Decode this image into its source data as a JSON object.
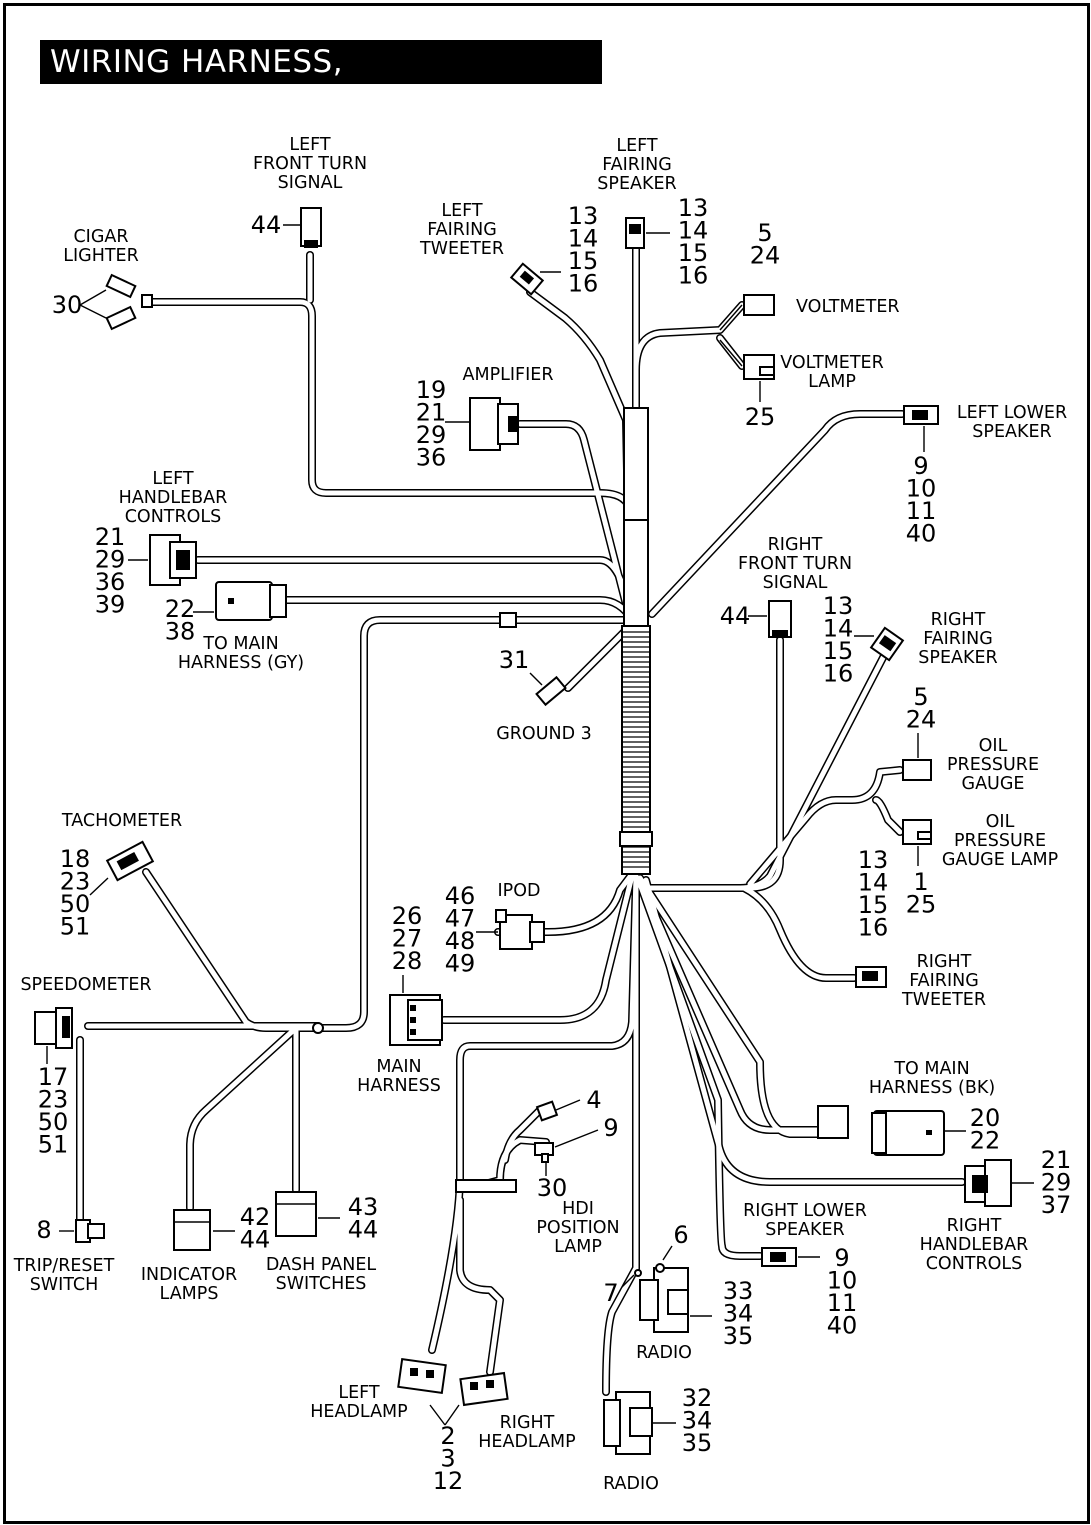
{
  "title": "WIRING HARNESS, INTERCONNECT",
  "components": {
    "left_front_turn_signal": {
      "label": [
        "LEFT",
        "FRONT TURN",
        "SIGNAL"
      ],
      "refs": [
        "44"
      ]
    },
    "cigar_lighter": {
      "label": [
        "CIGAR",
        "LIGHTER"
      ],
      "refs": [
        "30"
      ]
    },
    "left_fairing_tweeter": {
      "label": [
        "LEFT",
        "FAIRING",
        "TWEETER"
      ],
      "refs": [
        "13",
        "14",
        "15",
        "16"
      ]
    },
    "left_fairing_speaker": {
      "label": [
        "LEFT",
        "FAIRING",
        "SPEAKER"
      ],
      "refs": [
        "13",
        "14",
        "15",
        "16"
      ]
    },
    "voltmeter": {
      "label": [
        "VOLTMETER"
      ],
      "refs": [
        "5",
        "24"
      ]
    },
    "voltmeter_lamp": {
      "label": [
        "VOLTMETER",
        "LAMP"
      ],
      "refs": [
        "25"
      ]
    },
    "amplifier": {
      "label": [
        "AMPLIFIER"
      ],
      "refs": [
        "19",
        "21",
        "29",
        "36"
      ]
    },
    "left_lower_speaker": {
      "label": [
        "LEFT LOWER",
        "SPEAKER"
      ],
      "refs": [
        "9",
        "10",
        "11",
        "40"
      ]
    },
    "left_handlebar_controls": {
      "label": [
        "LEFT",
        "HANDLEBAR",
        "CONTROLS"
      ],
      "refs": [
        "21",
        "29",
        "36",
        "39"
      ]
    },
    "to_main_harness_gy": {
      "label": [
        "TO MAIN",
        "HARNESS (GY)"
      ],
      "refs": [
        "22",
        "38"
      ]
    },
    "right_front_turn_signal": {
      "label": [
        "RIGHT",
        "FRONT TURN",
        "SIGNAL"
      ],
      "refs": [
        "44"
      ]
    },
    "right_fairing_speaker": {
      "label": [
        "RIGHT",
        "FAIRING",
        "SPEAKER"
      ],
      "refs": [
        "13",
        "14",
        "15",
        "16"
      ]
    },
    "ground_3": {
      "label": [
        "GROUND 3"
      ],
      "refs": [
        "31"
      ]
    },
    "oil_pressure_gauge": {
      "label": [
        "OIL",
        "PRESSURE",
        "GAUGE"
      ],
      "refs": [
        "5",
        "24"
      ]
    },
    "oil_pressure_gauge_lamp": {
      "label": [
        "OIL",
        "PRESSURE",
        "GAUGE LAMP"
      ],
      "refs": [
        "1",
        "25"
      ]
    },
    "tachometer": {
      "label": [
        "TACHOMETER"
      ],
      "refs": [
        "18",
        "23",
        "50",
        "51"
      ]
    },
    "ipod": {
      "label": [
        "IPOD"
      ],
      "refs": [
        "46",
        "47",
        "48",
        "49"
      ]
    },
    "main_harness": {
      "label": [
        "MAIN",
        "HARNESS"
      ],
      "refs": [
        "26",
        "27",
        "28"
      ]
    },
    "right_fairing_tweeter": {
      "label": [
        "RIGHT",
        "FAIRING",
        "TWEETER"
      ],
      "refs": [
        "13",
        "14",
        "15",
        "16"
      ]
    },
    "speedometer": {
      "label": [
        "SPEEDOMETER"
      ],
      "refs": [
        "17",
        "23",
        "50",
        "51"
      ]
    },
    "to_main_harness_bk": {
      "label": [
        "TO MAIN",
        "HARNESS (BK)"
      ],
      "refs": [
        "20",
        "22"
      ]
    },
    "hdi_position_lamp": {
      "label": [
        "HDI",
        "POSITION",
        "LAMP"
      ],
      "refs": [
        "4",
        "9",
        "30"
      ]
    },
    "right_handlebar_controls": {
      "label": [
        "RIGHT",
        "HANDLEBAR",
        "CONTROLS"
      ],
      "refs": [
        "21",
        "29",
        "37"
      ]
    },
    "trip_reset_switch": {
      "label": [
        "TRIP/RESET",
        "SWITCH"
      ],
      "refs": [
        "8"
      ]
    },
    "indicator_lamps": {
      "label": [
        "INDICATOR",
        "LAMPS"
      ],
      "refs": [
        "42",
        "44"
      ]
    },
    "dash_panel_switches": {
      "label": [
        "DASH PANEL",
        "SWITCHES"
      ],
      "refs": [
        "43",
        "44"
      ]
    },
    "right_lower_speaker": {
      "label": [
        "RIGHT LOWER",
        "SPEAKER"
      ],
      "refs": [
        "9",
        "10",
        "11",
        "40"
      ]
    },
    "radio_upper": {
      "label": [
        "RADIO"
      ],
      "refs": [
        "6",
        "7",
        "33",
        "34",
        "35"
      ]
    },
    "left_headlamp": {
      "label": [
        "LEFT",
        "HEADLAMP"
      ]
    },
    "right_headlamp": {
      "label": [
        "RIGHT",
        "HEADLAMP"
      ]
    },
    "headlamp_refs": {
      "refs": [
        "2",
        "3",
        "12"
      ]
    },
    "radio_lower": {
      "label": [
        "RADIO"
      ],
      "refs": [
        "32",
        "34",
        "35"
      ]
    }
  }
}
